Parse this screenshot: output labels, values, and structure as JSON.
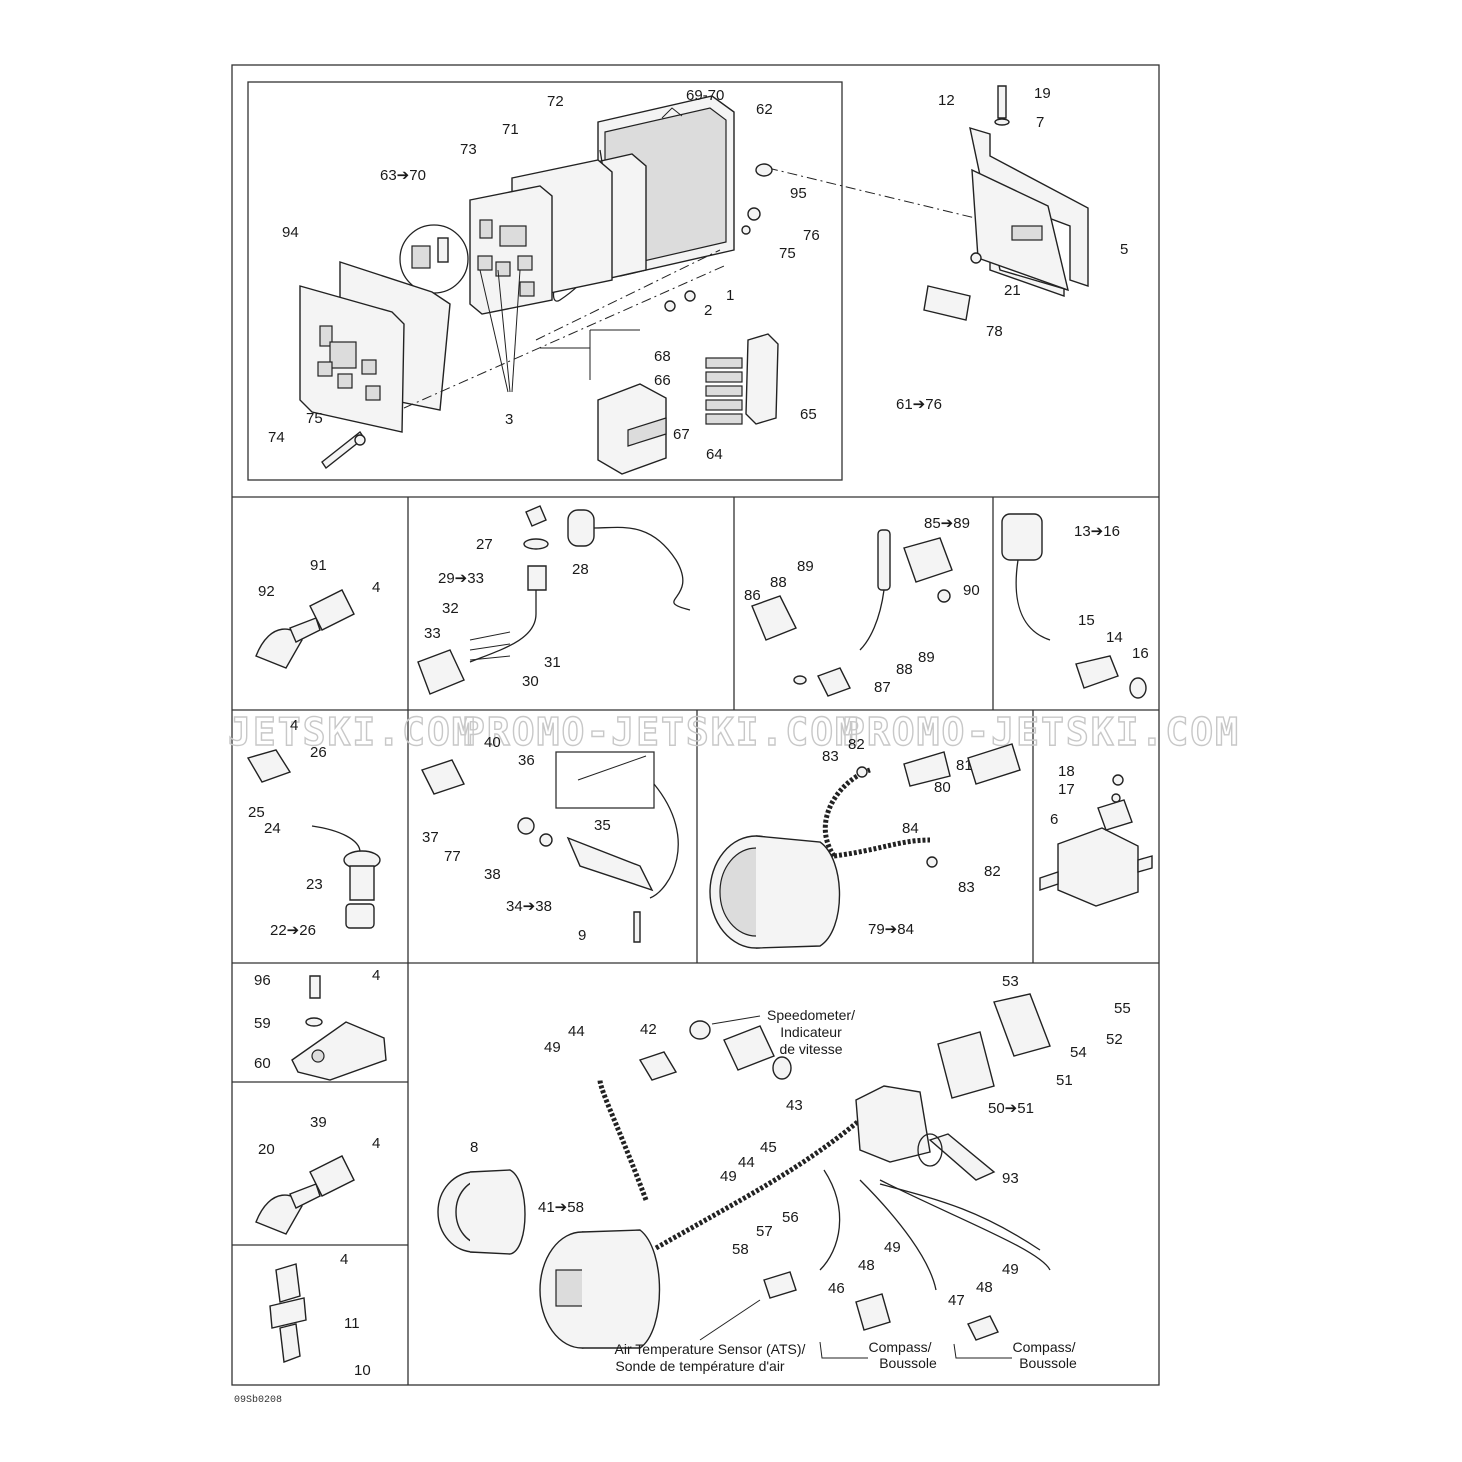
{
  "figure_code": "09Sb0208",
  "watermark": [
    "JETSKI.COM",
    "PROMO-JETSKI.COM",
    "PROMO-JETSKI.COM"
  ],
  "panels": {
    "top_main": {
      "labels": [
        "72",
        "69-70",
        "62",
        "71",
        "73",
        "63➔70",
        "95",
        "76",
        "75",
        "94",
        "1",
        "2",
        "68",
        "66",
        "3",
        "67",
        "65",
        "75",
        "74",
        "64",
        "61➔76"
      ]
    },
    "top_bracket": {
      "labels": [
        "12",
        "19",
        "7",
        "5",
        "21",
        "78"
      ]
    },
    "row2": {
      "labels": [
        "91",
        "92",
        "4",
        "27",
        "28",
        "29➔33",
        "32",
        "33",
        "31",
        "30",
        "85➔89",
        "89",
        "88",
        "86",
        "90",
        "89",
        "88",
        "87",
        "13➔16",
        "15",
        "14",
        "16"
      ]
    },
    "row3": {
      "labels": [
        "4",
        "26",
        "25",
        "24",
        "23",
        "22➔26",
        "40",
        "36",
        "35",
        "37",
        "77",
        "38",
        "34➔38",
        "9",
        "82",
        "83",
        "81",
        "80",
        "84",
        "82",
        "83",
        "79➔84",
        "18",
        "17",
        "6"
      ]
    },
    "row4": {
      "labels": [
        "96",
        "4",
        "59",
        "60",
        "39",
        "20",
        "4",
        "4",
        "11",
        "10",
        "42",
        "44",
        "49",
        "43",
        "45",
        "44",
        "49",
        "8",
        "41➔58",
        "56",
        "57",
        "58",
        "46",
        "48",
        "49",
        "47",
        "48",
        "49",
        "53",
        "55",
        "52",
        "54",
        "51",
        "50➔51",
        "93"
      ]
    }
  },
  "notes": {
    "speedometer": [
      "Speedometer/",
      "Indicateur",
      "de vitesse"
    ],
    "ats": [
      "Air Temperature Sensor (ATS)/",
      "Sonde de température d'air"
    ],
    "compass_1": [
      "Compass/",
      "Boussole"
    ],
    "compass_2": [
      "Compass/",
      "Boussole"
    ]
  }
}
